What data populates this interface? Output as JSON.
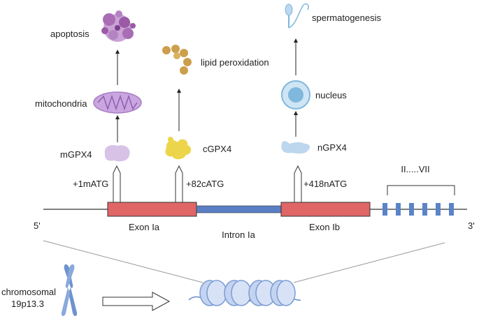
{
  "diagram": {
    "products": [
      {
        "name": "mGPX4",
        "start_site": "+1mATG",
        "organelle": "mitochondria",
        "outcome": "apoptosis"
      },
      {
        "name": "cGPX4",
        "start_site": "+82cATG",
        "outcome": "lipid peroxidation"
      },
      {
        "name": "nGPX4",
        "start_site": "+418nATG",
        "organelle": "nucleus",
        "outcome": "spermatogenesis"
      }
    ],
    "gene": {
      "five_prime": "5'",
      "three_prime": "3'",
      "exon_1a": "Exon Ia",
      "intron_1a": "Intron Ia",
      "exon_1b": "Exon Ib",
      "exons_range": "II.....VII"
    },
    "chromosome": {
      "line1": "chromosomal",
      "line2": "19p13.3"
    },
    "colors": {
      "exon": "#e06666",
      "intron": "#5b7fc4",
      "small_exon": "#5b84c8",
      "mgpx4": "#d8c2e6",
      "cgpx4": "#ecd54a",
      "ngpx4": "#bcd7ee",
      "apoptosis": "#9a5aa6",
      "lipid": "#cc9f4c",
      "nucleus": "#7fb8dc",
      "chromosome": "#6f93cf"
    }
  }
}
